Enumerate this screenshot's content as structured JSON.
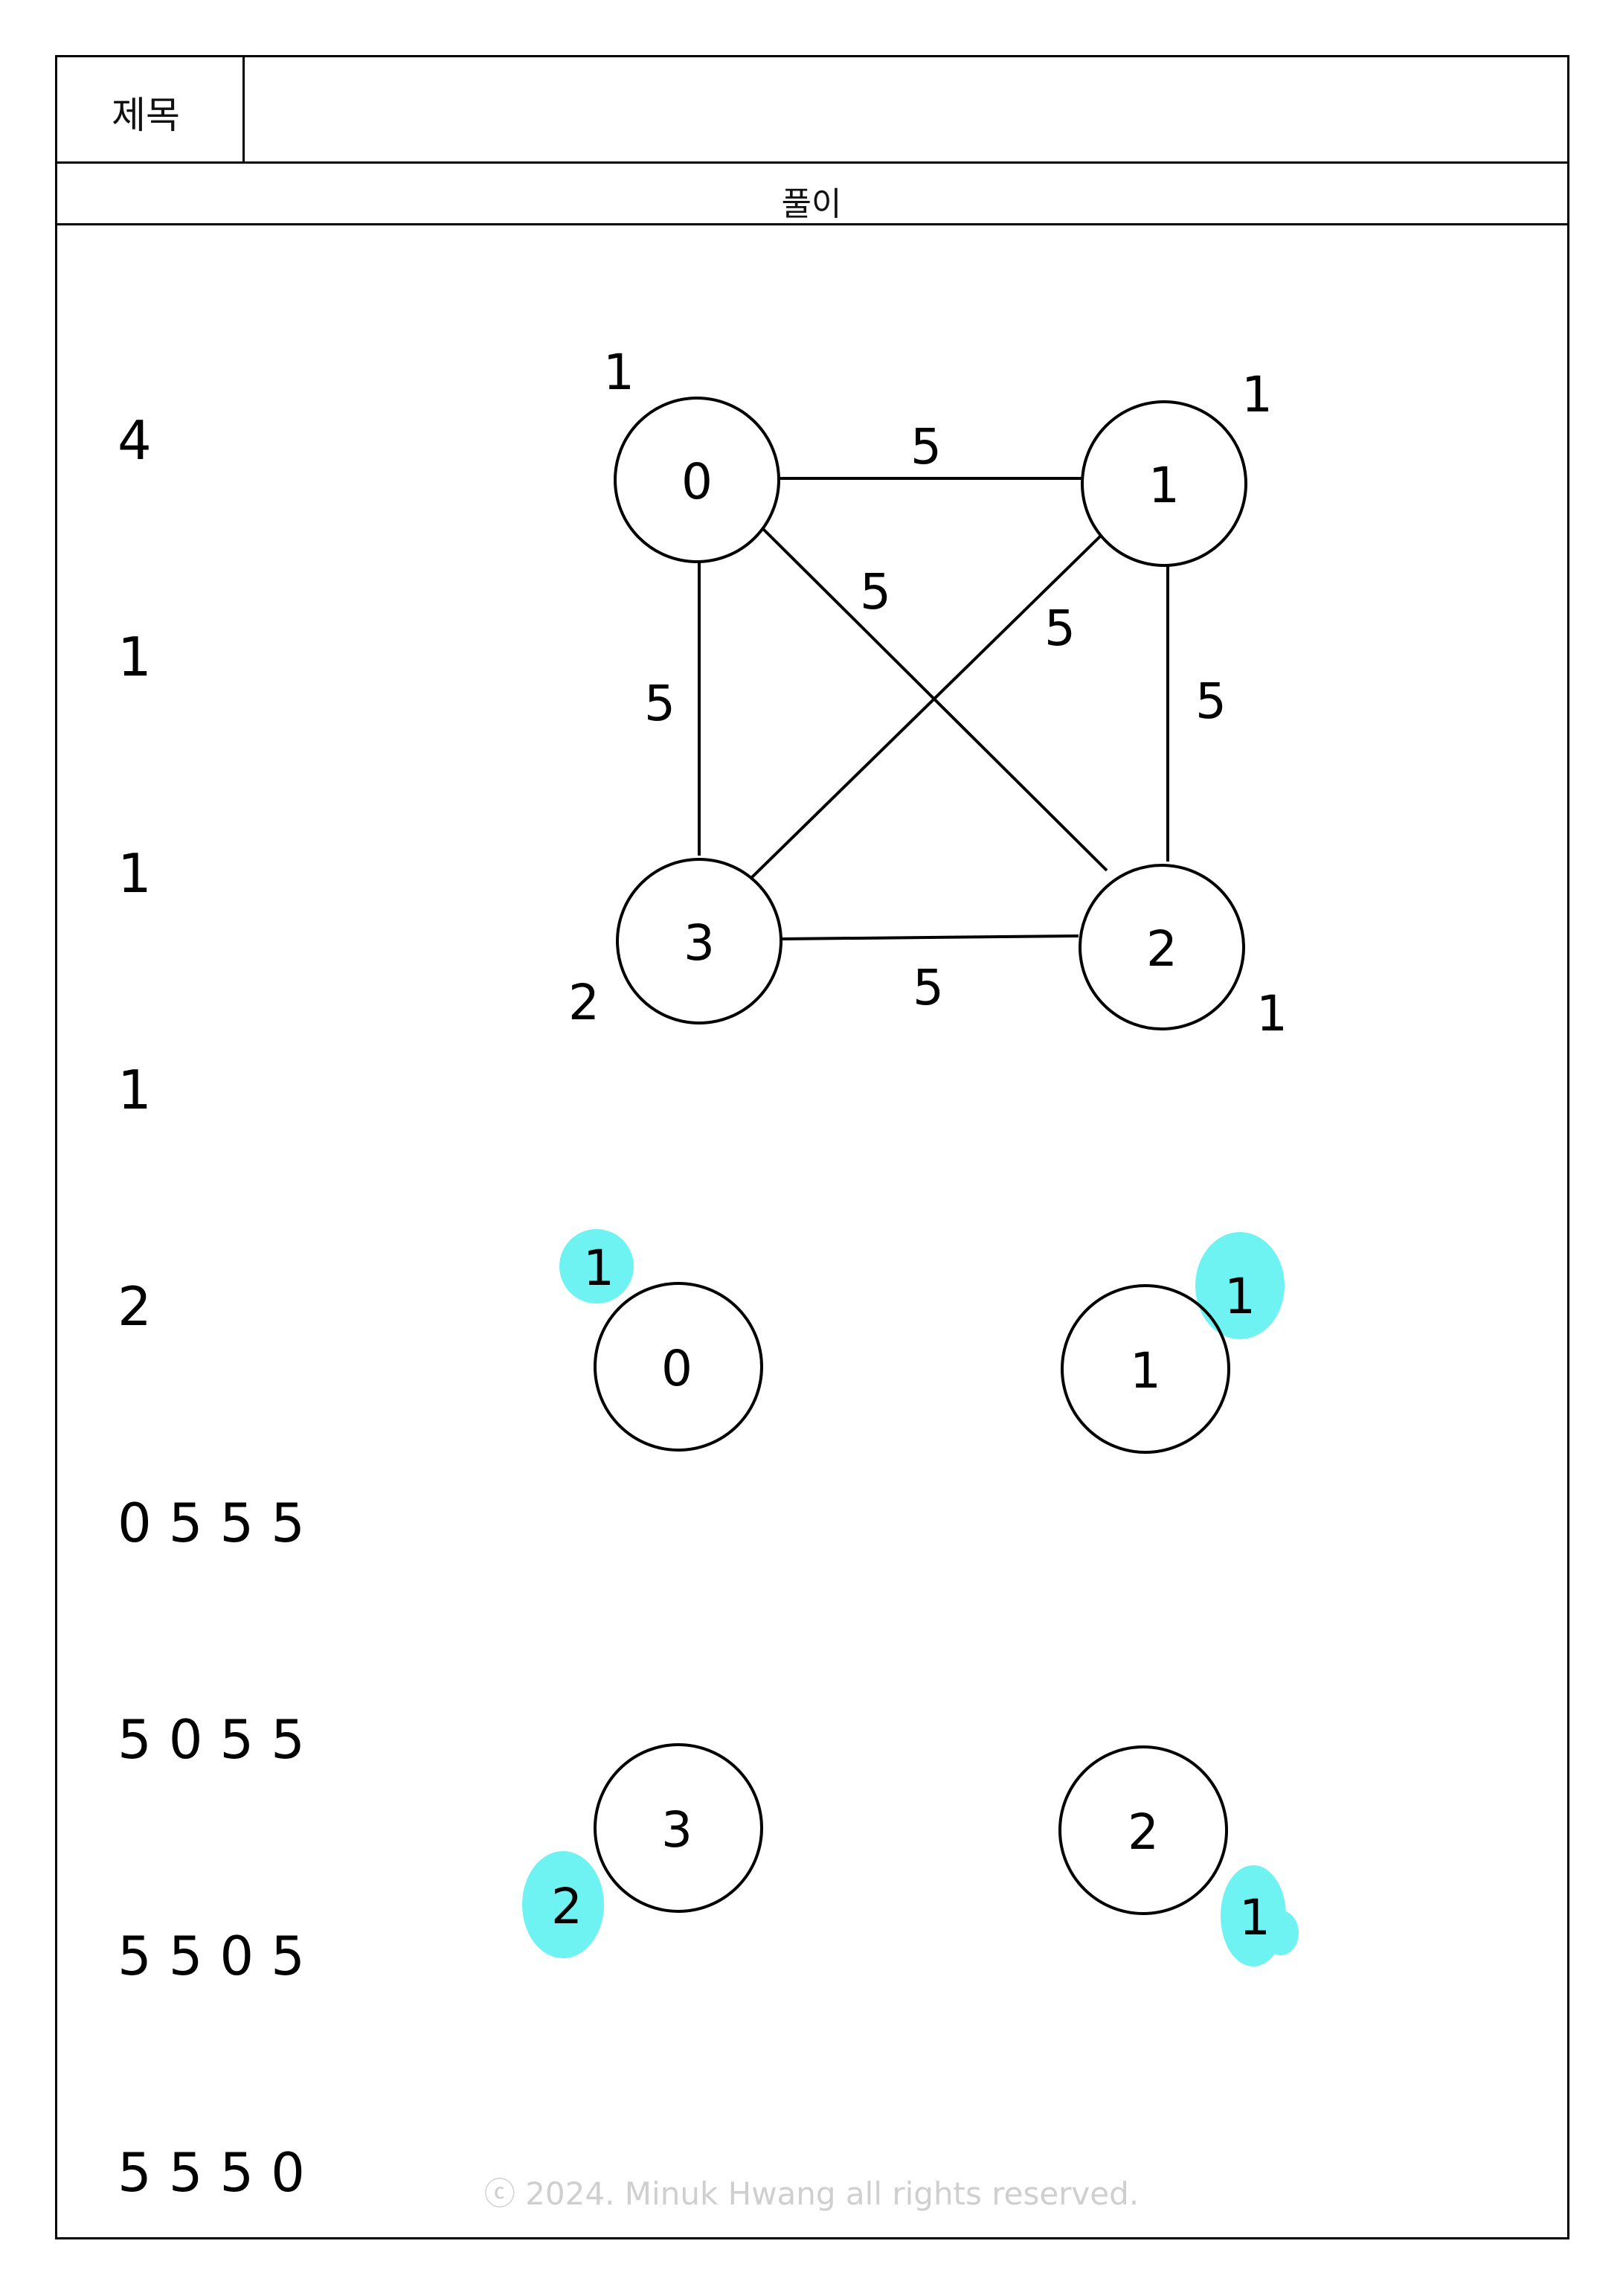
{
  "header": {
    "title_label": "제목",
    "title_value": ""
  },
  "section": {
    "label": "풀이"
  },
  "input": {
    "lines": [
      "4",
      "1",
      "1",
      "1",
      "2",
      "0 5 5 5",
      "5 0 5 5",
      "5 5 0 5",
      "5 5 5 0"
    ]
  },
  "graph": {
    "nodes": [
      {
        "label": "0",
        "weight": "1"
      },
      {
        "label": "1",
        "weight": "1"
      },
      {
        "label": "2",
        "weight": "1"
      },
      {
        "label": "3",
        "weight": "2"
      }
    ],
    "edges": [
      {
        "from": "0",
        "to": "1",
        "weight": "5"
      },
      {
        "from": "0",
        "to": "2",
        "weight": "5"
      },
      {
        "from": "1",
        "to": "3",
        "weight": "5"
      },
      {
        "from": "0",
        "to": "3",
        "weight": "5"
      },
      {
        "from": "1",
        "to": "2",
        "weight": "5"
      },
      {
        "from": "3",
        "to": "2",
        "weight": "5"
      }
    ]
  },
  "isolated": {
    "highlight_color": "#6ef2f2",
    "nodes": [
      {
        "label": "0",
        "weight": "1"
      },
      {
        "label": "1",
        "weight": "1"
      },
      {
        "label": "3",
        "weight": "2"
      },
      {
        "label": "2",
        "weight": "1"
      }
    ]
  },
  "footer": {
    "copyright": "ⓒ 2024. Minuk Hwang all rights reserved."
  }
}
